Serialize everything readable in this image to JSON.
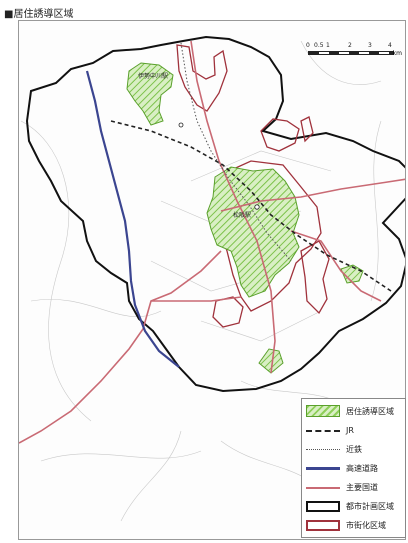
{
  "title": "■居住誘導区域",
  "scale": {
    "ticks": [
      "0",
      "0.5",
      "1",
      "2",
      "3",
      "4"
    ],
    "unit": "km"
  },
  "stations": {
    "north": "伊勢中川駅",
    "center": "松阪駅"
  },
  "legend": [
    {
      "label": "居住誘導区域",
      "symbol": "hatched-area",
      "color": "#8fcf5a"
    },
    {
      "label": "JR",
      "symbol": "dashed-line",
      "color": "#222222"
    },
    {
      "label": "近鉄",
      "symbol": "dotted-line",
      "color": "#555555"
    },
    {
      "label": "高速道路",
      "symbol": "solid-line",
      "color": "#3b4590"
    },
    {
      "label": "主要国道",
      "symbol": "solid-line",
      "color": "#c96a74"
    },
    {
      "label": "都市計画区域",
      "symbol": "outline-box",
      "color": "#111111"
    },
    {
      "label": "市街化区域",
      "symbol": "outline-box",
      "color": "#a0323c"
    }
  ]
}
